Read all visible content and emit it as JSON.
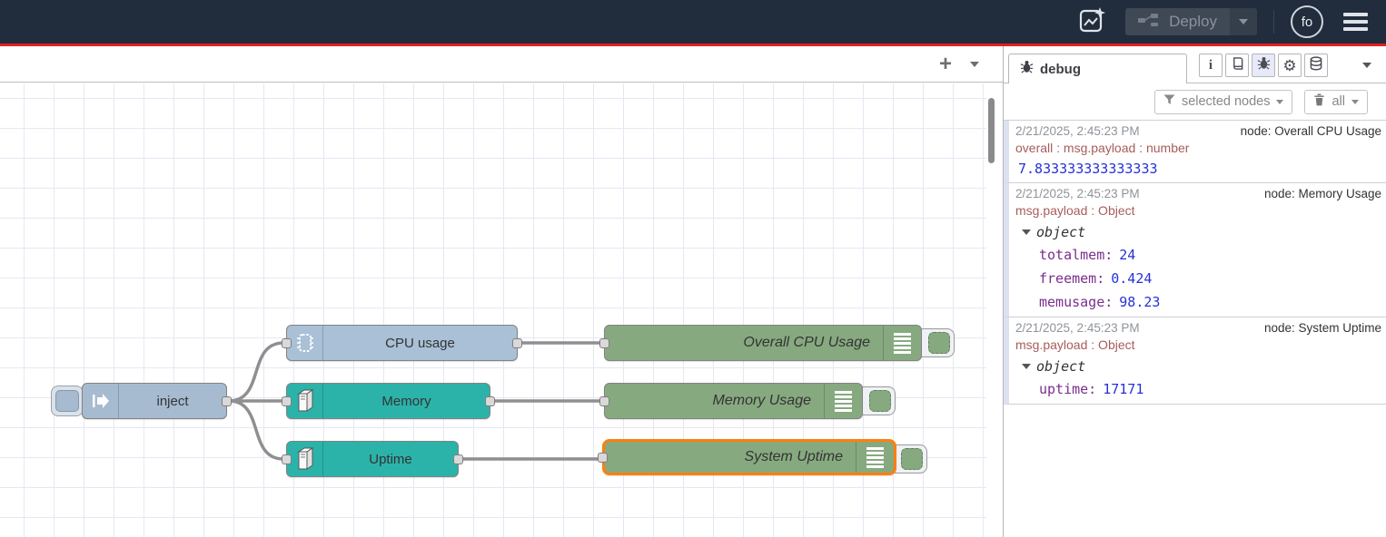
{
  "header": {
    "deploy_label": "Deploy",
    "avatar_initials": "fo"
  },
  "workspace": {
    "add_flow_icon": "+"
  },
  "sidebar": {
    "tab_label": "debug",
    "icon_glyphs": {
      "info": "i",
      "gear": "⚙"
    },
    "toolbar": {
      "filter_label": "selected nodes",
      "clear_label": "all"
    },
    "messages": [
      {
        "timestamp": "2/21/2025, 2:45:23 PM",
        "source": "node: Overall CPU Usage",
        "path": "overall : msg.payload : number",
        "value": "7.833333333333333"
      },
      {
        "timestamp": "2/21/2025, 2:45:23 PM",
        "source": "node: Memory Usage",
        "path": "msg.payload : Object",
        "tree_label": "object",
        "fields": [
          {
            "key": "totalmem:",
            "value": "24"
          },
          {
            "key": "freemem:",
            "value": "0.424"
          },
          {
            "key": "memusage:",
            "value": "98.23"
          }
        ]
      },
      {
        "timestamp": "2/21/2025, 2:45:23 PM",
        "source": "node: System Uptime",
        "path": "msg.payload : Object",
        "tree_label": "object",
        "fields": [
          {
            "key": "uptime:",
            "value": "17171"
          }
        ]
      }
    ]
  },
  "flow": {
    "nodes": [
      {
        "label": "inject",
        "type": "inject"
      },
      {
        "label": "CPU usage",
        "type": "cpu"
      },
      {
        "label": "Memory",
        "type": "os"
      },
      {
        "label": "Uptime",
        "type": "os"
      },
      {
        "label": "Overall CPU Usage",
        "type": "debug"
      },
      {
        "label": "Memory Usage",
        "type": "debug"
      },
      {
        "label": "System Uptime",
        "type": "debug",
        "selected": true
      }
    ]
  },
  "colors": {
    "header_bg": "#212c3d",
    "accent_red": "#e02222",
    "inject_blue": "#a6bbcf",
    "cpu_blue": "#a9c0d6",
    "os_teal": "#2bb3aa",
    "debug_green": "#87a980",
    "selected_orange": "#ff7f0e",
    "wire_gray": "#8f8f8f"
  }
}
